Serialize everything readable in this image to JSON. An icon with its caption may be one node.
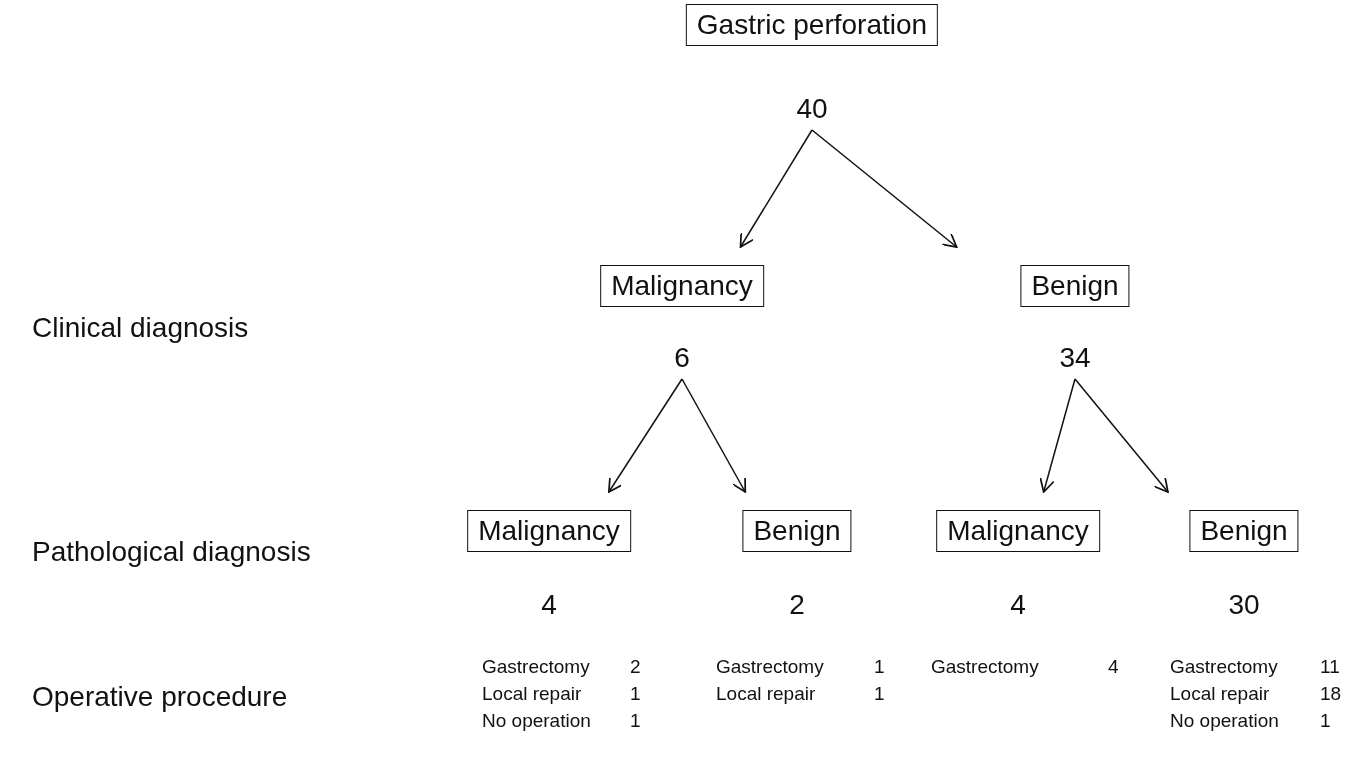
{
  "diagram": {
    "nodes": [
      {
        "text": [
          "Gastric perforation"
        ],
        "beside": [
          "40"
        ]
      },
      {
        "text": [
          "Malignancy"
        ],
        "beside": [
          "6"
        ]
      },
      {
        "text": [
          "Benign"
        ],
        "beside": [
          "34"
        ]
      },
      {
        "text": [
          "Malignancy"
        ],
        "beside": [
          "4"
        ]
      },
      {
        "text": [
          "Benign"
        ],
        "beside": [
          "2"
        ]
      },
      {
        "text": [
          "Malignancy"
        ],
        "beside": [
          "4"
        ]
      },
      {
        "text": [
          "Benign"
        ],
        "beside": [
          "30"
        ]
      }
    ],
    "edges": [
      {
        "from": 0,
        "to": 1,
        "arrow": "to"
      },
      {
        "from": 0,
        "to": 2,
        "arrow": "to"
      },
      {
        "from": 1,
        "to": 3,
        "arrow": "to"
      },
      {
        "from": 1,
        "to": 4,
        "arrow": "to"
      },
      {
        "from": 2,
        "to": 5,
        "arrow": "to"
      },
      {
        "from": 2,
        "to": 6,
        "arrow": "to"
      }
    ],
    "labels": [
      "Clinical diagnosis",
      "Pathological diagnosis",
      "Operative procedure",
      "Gastrectomy",
      "2",
      "Gastrectomy",
      "1",
      "Gastrectomy",
      "4",
      "Gastrectomy",
      "11",
      "Local repair",
      "1",
      "Local repair",
      "1",
      "Local repair",
      "18",
      "No operation",
      "1",
      "No operation",
      "1"
    ]
  }
}
